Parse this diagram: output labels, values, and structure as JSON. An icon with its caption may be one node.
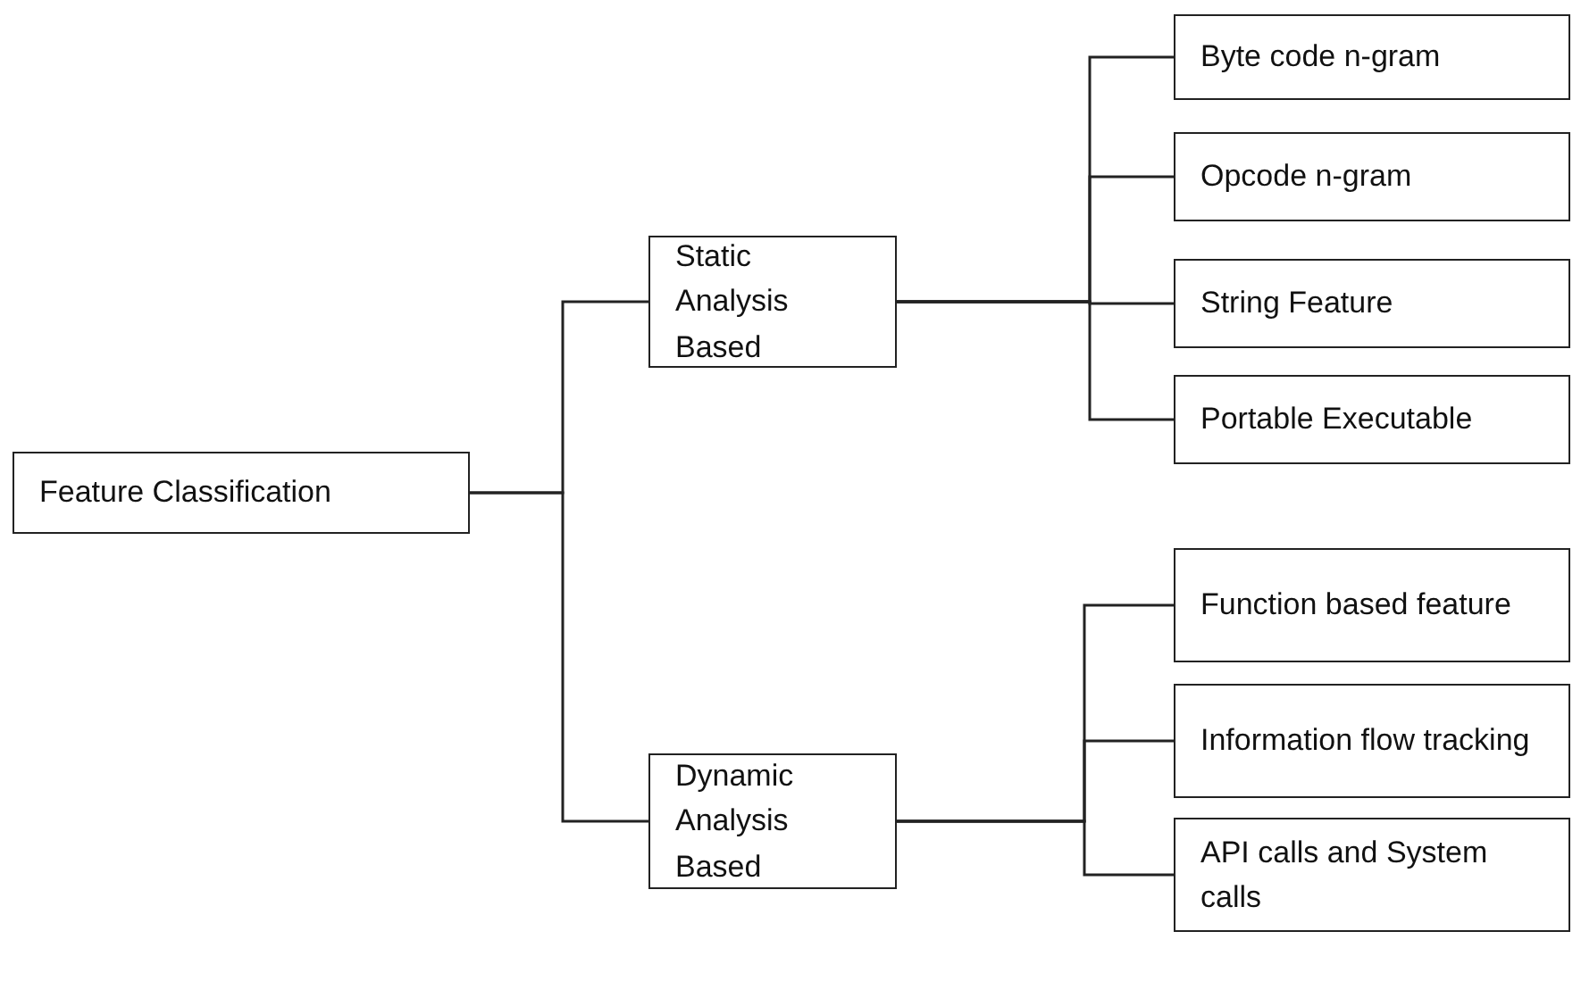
{
  "diagram": {
    "nodes": [
      {
        "text": [
          "Feature Classification"
        ]
      },
      {
        "text": [
          "Static Analysis Based"
        ]
      },
      {
        "text": [
          "Dynamic Analysis Based"
        ]
      },
      {
        "text": [
          "Byte code n-gram"
        ]
      },
      {
        "text": [
          "Opcode n-gram"
        ]
      },
      {
        "text": [
          "String Feature"
        ]
      },
      {
        "text": [
          "Portable Executable"
        ]
      },
      {
        "text": [
          "Function based feature"
        ]
      },
      {
        "text": [
          "Information flow tracking"
        ]
      },
      {
        "text": [
          "API calls and System calls"
        ]
      }
    ],
    "edges": [
      {
        "from": 0,
        "to": 1,
        "arrow": "none"
      },
      {
        "from": 0,
        "to": 2,
        "arrow": "none"
      },
      {
        "from": 1,
        "to": 3,
        "arrow": "none"
      },
      {
        "from": 1,
        "to": 4,
        "arrow": "none"
      },
      {
        "from": 1,
        "to": 5,
        "arrow": "none"
      },
      {
        "from": 1,
        "to": 6,
        "arrow": "none"
      },
      {
        "from": 2,
        "to": 7,
        "arrow": "none"
      },
      {
        "from": 2,
        "to": 8,
        "arrow": "none"
      },
      {
        "from": 2,
        "to": 9,
        "arrow": "none"
      }
    ]
  }
}
